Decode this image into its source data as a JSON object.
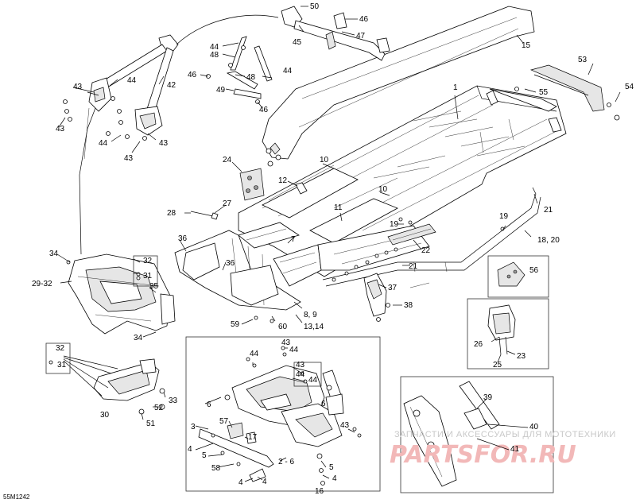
{
  "figure_code": "55M1242",
  "watermark": {
    "caption": "ЗАПЧАСТИ И АКСЕССУАРЫ ДЛЯ МОТОТЕХНИКИ",
    "logo_alt": "PARTSFOR.RU"
  },
  "callouts": {
    "c50": "50",
    "c46a": "46",
    "c47": "47",
    "c45": "45",
    "c15": "15",
    "c44a": "44",
    "c48a": "48",
    "c46b": "46",
    "c49": "49",
    "c48b": "48",
    "c44b": "44",
    "c46c": "46",
    "c43a": "43",
    "c44c": "44",
    "c42": "42",
    "c43b": "43",
    "c44d": "44",
    "c43c": "43",
    "c43d": "43",
    "c53": "53",
    "c54": "54",
    "c55": "55",
    "c1": "1",
    "c10a": "10",
    "c10b": "10",
    "c24": "24",
    "c12": "12",
    "c11": "11",
    "c27": "27",
    "c28": "28",
    "c19a": "19",
    "c19b": "19",
    "c21a": "21",
    "c18_20": "18, 20",
    "c36a": "36",
    "c7": "7",
    "c22": "22",
    "c21b": "21",
    "c36b": "36",
    "c34a": "34",
    "c32a": "32",
    "c31a": "31",
    "c29_32": "29-32",
    "c35": "35",
    "c56": "56",
    "c37": "37",
    "c38": "38",
    "c8_9": "8, 9",
    "c59": "59",
    "c60": "60",
    "c13_14": "13,14",
    "c34b": "34",
    "c32b": "32",
    "c31b": "31",
    "c44e": "44",
    "c43e": "43",
    "c44f": "44",
    "c43f": "43",
    "c44g": "44",
    "c44h": "44",
    "c26": "26",
    "c23": "23",
    "c25": "25",
    "c6a": "6",
    "c6b": "6",
    "c33": "33",
    "c52": "52",
    "c51": "51",
    "c30": "30",
    "c3": "3",
    "c57": "57",
    "c17": "17",
    "c4a": "4",
    "c5a": "5",
    "c58": "58",
    "c4b": "4",
    "c2_6": "2 - 6",
    "c43g": "43",
    "c4c": "4",
    "c5b": "5",
    "c4d": "4",
    "c16": "16",
    "c39": "39",
    "c40": "40",
    "c41": "41"
  }
}
